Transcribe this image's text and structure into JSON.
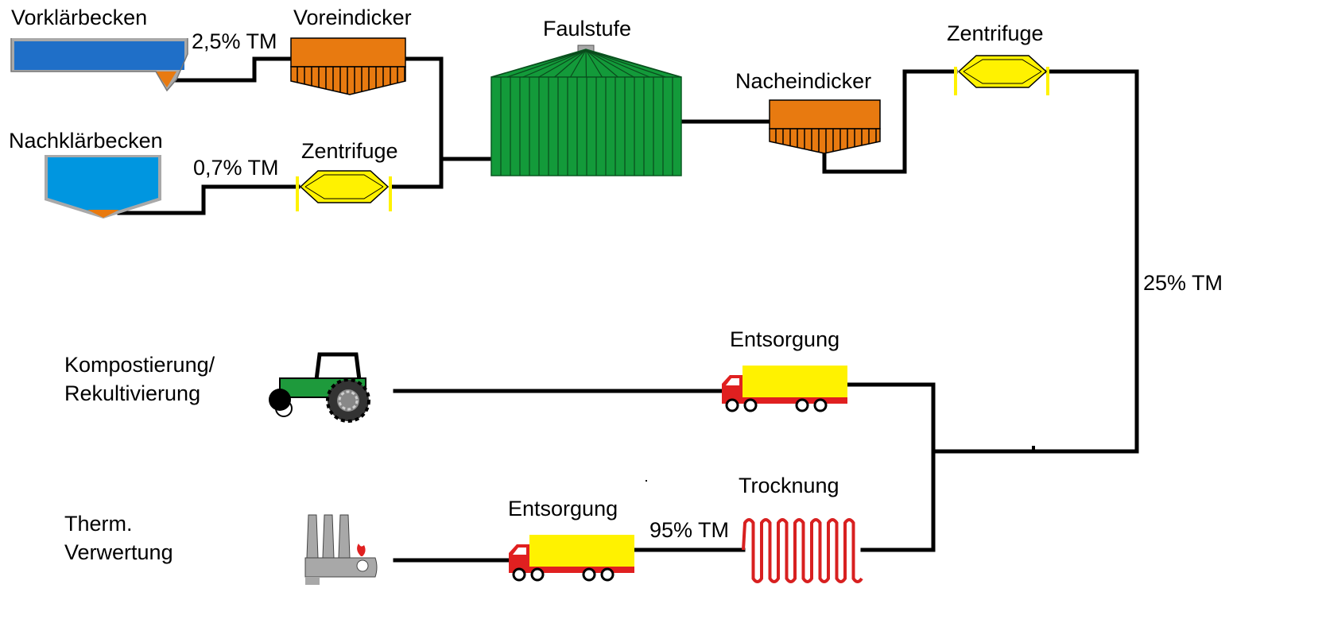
{
  "labels": {
    "vorklaerbecken": "Vorklärbecken",
    "nachklaerbecken": "Nachklärbecken",
    "voreindicker": "Voreindicker",
    "zentrifuge_1": "Zentrifuge",
    "faulstufe": "Faulstufe",
    "nacheindicker": "Nacheindicker",
    "zentrifuge_2": "Zentrifuge",
    "entsorgung_1": "Entsorgung",
    "entsorgung_2": "Entsorgung",
    "trocknung": "Trocknung",
    "kompostierung_line1": "Kompostierung/",
    "kompostierung_line2": "Rekultivierung",
    "therm_line1": "Therm.",
    "therm_line2": "Verwertung"
  },
  "dry_matter": {
    "vorklaer": "2,5% TM",
    "nachklaer": "0,7% TM",
    "after_centrifuge": "25% TM",
    "after_drying": "95% TM"
  },
  "colors": {
    "basin_dark": "#1F6FC8",
    "basin_light": "#0090E0",
    "sludge": "#E87A10",
    "centrifuge": "#FFF200",
    "digester": "#139A3A",
    "truck_cab": "#E02020",
    "truck_cargo": "#FFF200",
    "tractor": "#1E9A3C",
    "factory": "#A8A8A8",
    "dryer": "#D82020",
    "pipe": "#000000"
  },
  "icons": {
    "vorklaerbecken": "rectangular-basin-icon",
    "nachklaerbecken": "round-basin-icon",
    "thickener": "thickener-icon",
    "centrifuge": "centrifuge-icon",
    "digester": "digester-icon",
    "truck": "truck-icon",
    "tractor": "tractor-icon",
    "factory": "factory-icon",
    "dryer": "dryer-coil-icon"
  }
}
